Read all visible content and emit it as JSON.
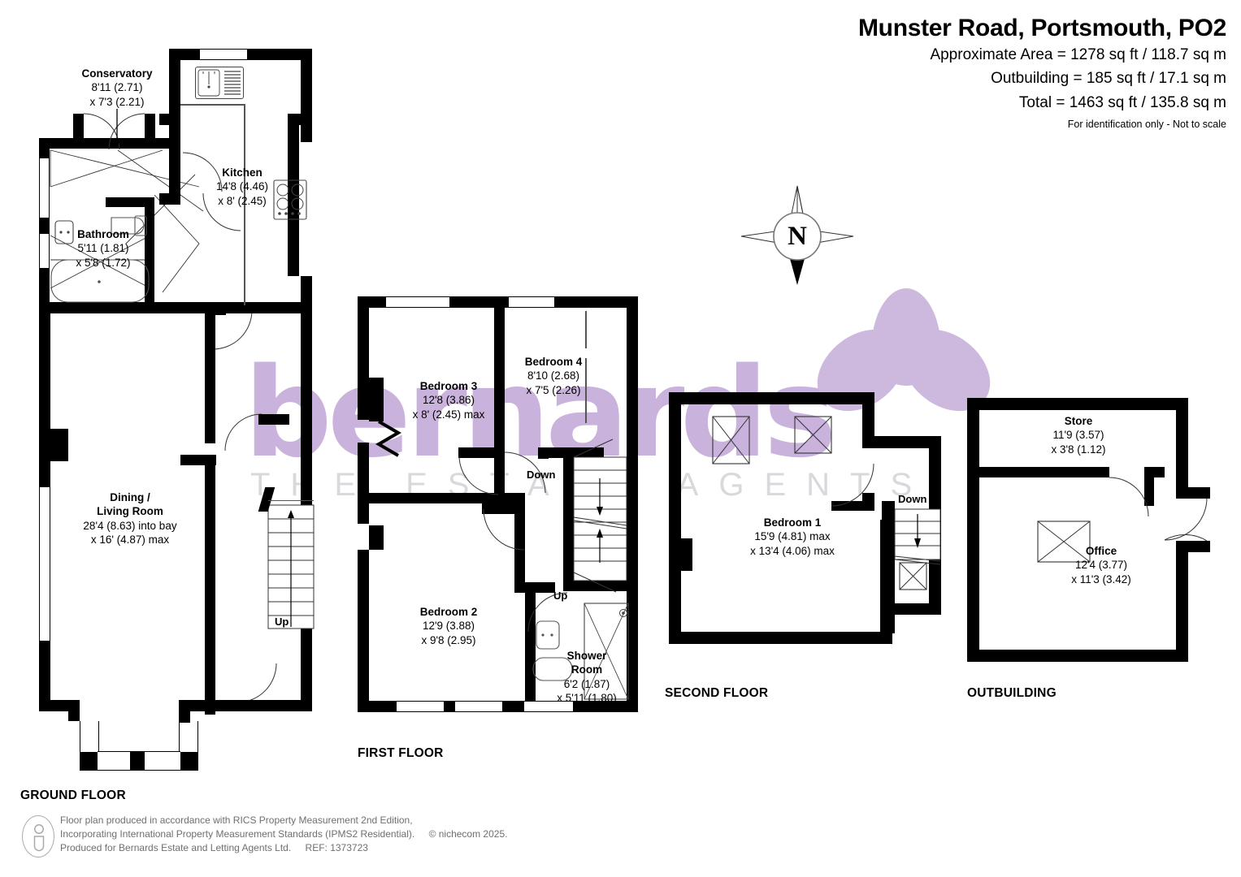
{
  "header": {
    "title": "Munster Road, Portsmouth, PO2",
    "area_line": "Approximate Area = 1278 sq ft / 118.7 sq m",
    "outbuilding_line": "Outbuilding = 185 sq ft / 17.1 sq m",
    "total_line": "Total = 1463 sq ft / 135.8 sq m",
    "disclaimer": "For identification only - Not to scale"
  },
  "compass": {
    "label": "N"
  },
  "watermark": {
    "brand": "bernards",
    "tagline": "THE ESTATE AGENTS"
  },
  "floors": [
    {
      "id": "ground",
      "label": "GROUND FLOOR",
      "rooms": [
        {
          "name": "Conservatory",
          "dim1": "8'11 (2.71)",
          "dim2": "x 7'3 (2.21)"
        },
        {
          "name": "Kitchen",
          "dim1": "14'8 (4.46)",
          "dim2": "x 8' (2.45)"
        },
        {
          "name": "Bathroom",
          "dim1": "5'11 (1.81)",
          "dim2": "x 5'8 (1.72)"
        },
        {
          "name": "Dining /",
          "name2": "Living Room",
          "dim1": "28'4 (8.63) into bay",
          "dim2": "x 16' (4.87) max"
        }
      ],
      "stairs": [
        {
          "label": "Up"
        }
      ]
    },
    {
      "id": "first",
      "label": "FIRST FLOOR",
      "rooms": [
        {
          "name": "Bedroom 3",
          "dim1": "12'8 (3.86)",
          "dim2": "x 8' (2.45) max"
        },
        {
          "name": "Bedroom 4",
          "dim1": "8'10 (2.68)",
          "dim2": "x 7'5 (2.26)"
        },
        {
          "name": "Bedroom 2",
          "dim1": "12'9 (3.88)",
          "dim2": "x 9'8 (2.95)"
        },
        {
          "name": "Shower",
          "name2": "Room",
          "dim1": "6'2 (1.87)",
          "dim2": "x 5'11 (1.80)"
        }
      ],
      "stairs": [
        {
          "label": "Down"
        },
        {
          "label": "Up"
        }
      ]
    },
    {
      "id": "second",
      "label": "SECOND FLOOR",
      "rooms": [
        {
          "name": "Bedroom 1",
          "dim1": "15'9 (4.81) max",
          "dim2": "x 13'4 (4.06) max"
        }
      ],
      "stairs": [
        {
          "label": "Down"
        }
      ]
    },
    {
      "id": "outbuilding",
      "label": "OUTBUILDING",
      "rooms": [
        {
          "name": "Store",
          "dim1": "11'9 (3.57)",
          "dim2": "x 3'8 (1.12)"
        },
        {
          "name": "Office",
          "dim1": "12'4 (3.77)",
          "dim2": "x 11'3 (3.42)"
        }
      ],
      "stairs": []
    }
  ],
  "footer": {
    "line1": "Floor plan produced in accordance with RICS Property Measurement 2nd Edition,",
    "line2": "Incorporating International Property Measurement Standards (IPMS2 Residential).",
    "copyright": "© nichecom 2025.",
    "line3": "Produced for Bernards Estate and Letting Agents Ltd.",
    "ref": "REF: 1373723"
  },
  "colors": {
    "wall": "#000000",
    "watermark_purple": "#cdb8de",
    "watermark_gray": "#d8d8dd",
    "footer_gray": "#6f6f6f"
  }
}
